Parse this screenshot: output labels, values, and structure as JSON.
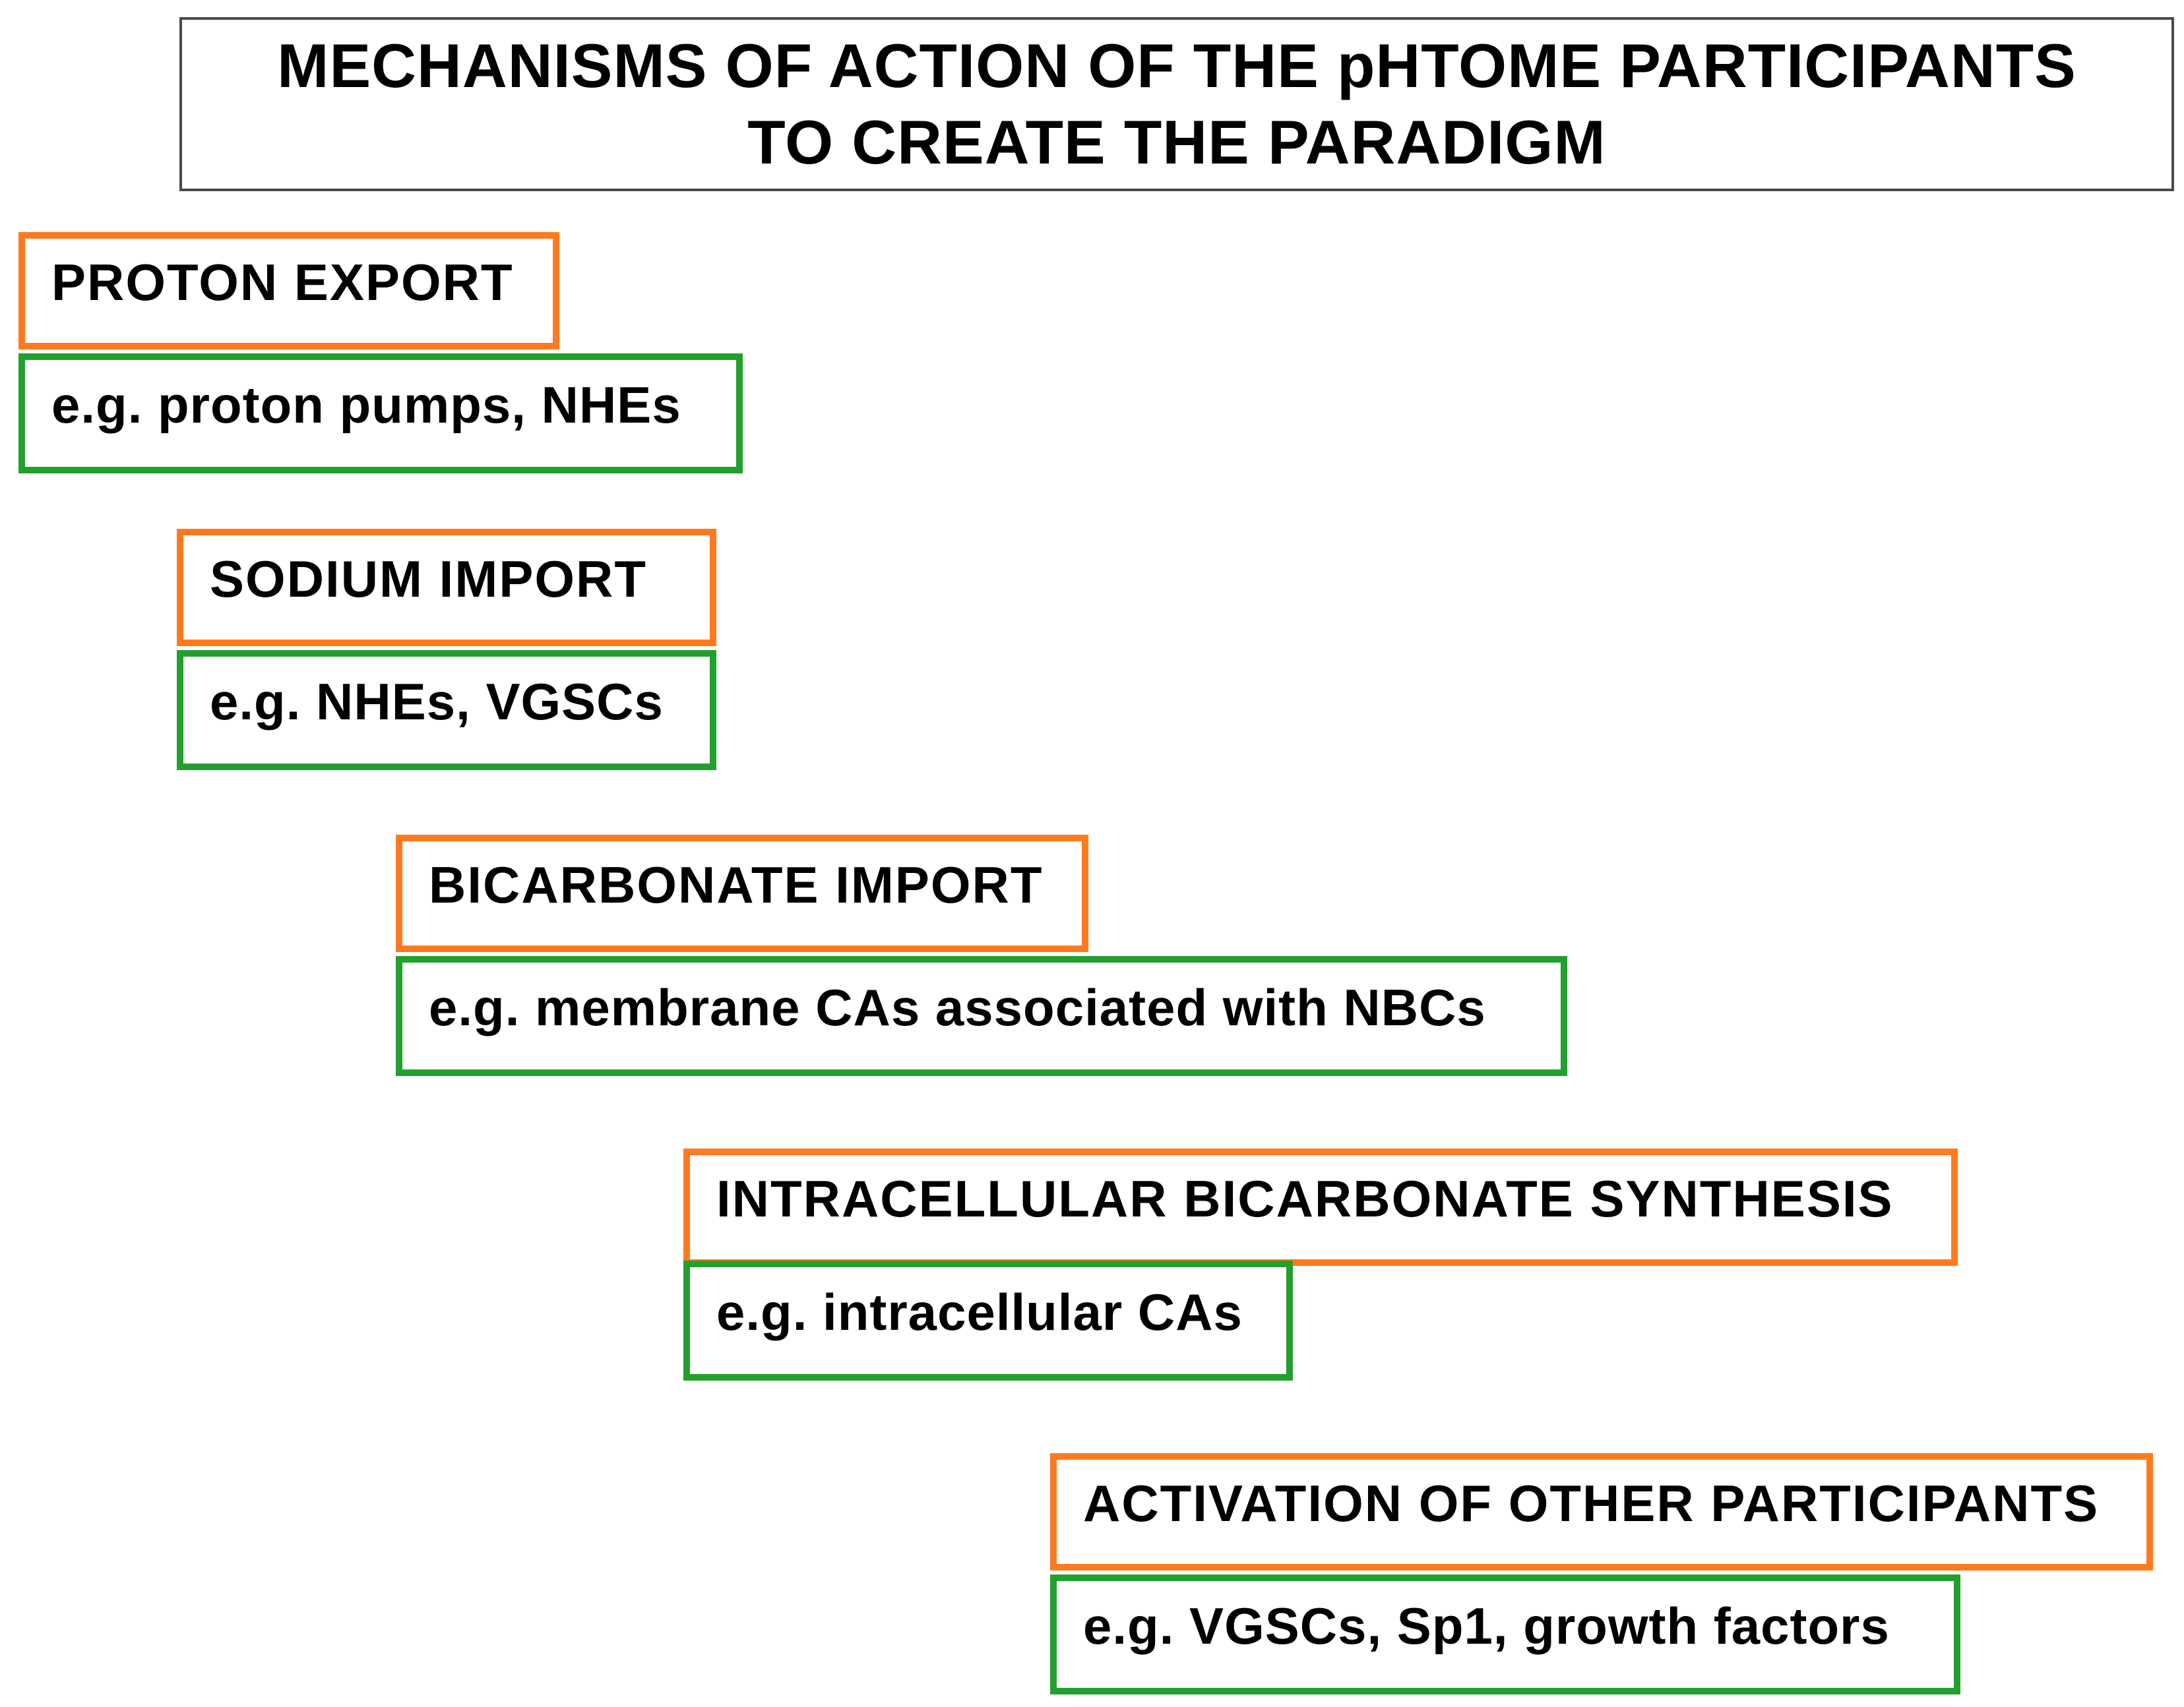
{
  "title": {
    "line1": "MECHANISMS OF ACTION OF THE pHTOME PARTICIPANTS",
    "line2": "TO CREATE THE PARADIGM"
  },
  "mechanisms": [
    {
      "label": "PROTON EXPORT",
      "example": "e.g. proton pumps, NHEs"
    },
    {
      "label": "SODIUM IMPORT",
      "example": "e.g. NHEs, VGSCs"
    },
    {
      "label": "BICARBONATE IMPORT",
      "example": "e.g. membrane CAs associated with NBCs"
    },
    {
      "label": "INTRACELLULAR BICARBONATE SYNTHESIS",
      "example": "e.g. intracellular CAs"
    },
    {
      "label": "ACTIVATION OF OTHER PARTICIPANTS",
      "example": "e.g. VGSCs, Sp1, growth factors"
    }
  ],
  "colors": {
    "mechanism_border": "#ff7a1f",
    "example_border": "#22a02e",
    "title_border": "#4a4a4a"
  }
}
